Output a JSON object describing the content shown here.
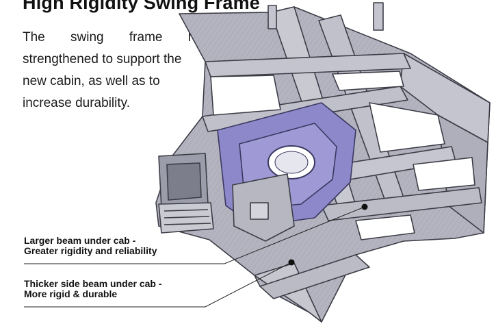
{
  "title": "High Rigidity Swing Frame",
  "description": {
    "lines": [
      "The swing frame has been",
      "strengthened to support the",
      "new cabin, as well as to",
      "increase durability."
    ]
  },
  "callouts": [
    {
      "line1": "Larger beam under cab -",
      "line2": "Greater rigidity and reliability"
    },
    {
      "line1": "Thicker side beam under cab -",
      "line2": "More rigid & durable"
    }
  ],
  "colors": {
    "frame_fill": "#b9bac4",
    "frame_highlight": "#8d88c9",
    "frame_stroke": "#3c3c46",
    "leader": "#222222"
  },
  "icons": {
    "frame": "swing-frame-illustration"
  }
}
